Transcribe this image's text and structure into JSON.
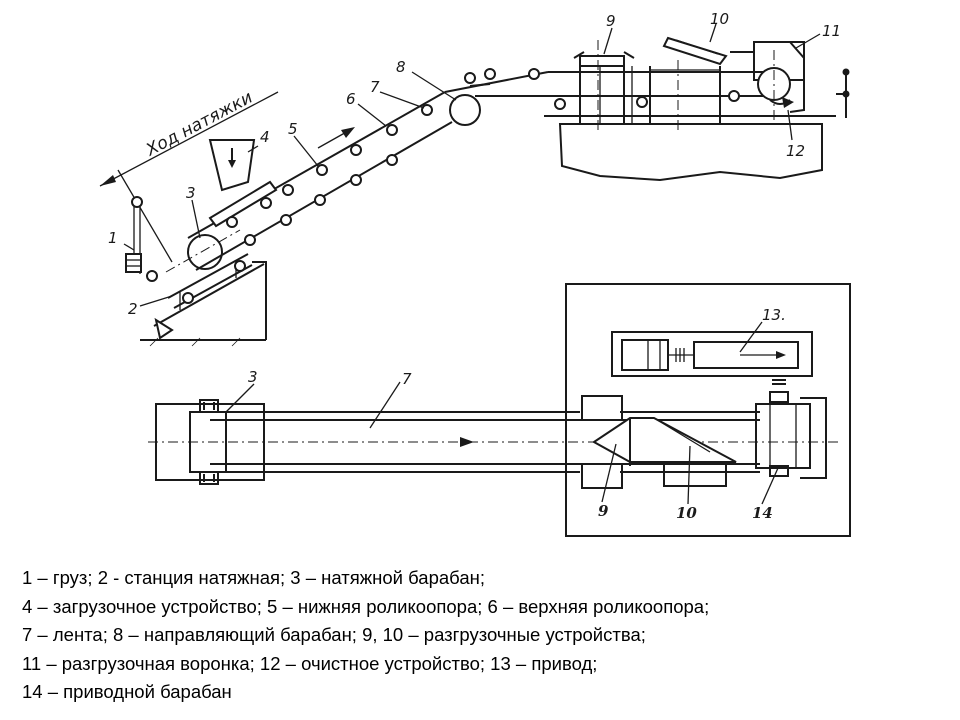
{
  "diagram": {
    "callouts": {
      "n1": "1",
      "n2": "2",
      "n3": "3",
      "n4": "4",
      "n5": "5",
      "n6": "6",
      "n7": "7",
      "n8": "8",
      "n9": "9",
      "n10": "10",
      "n11": "11",
      "n12": "12",
      "n13": "13.",
      "plan3": "3",
      "plan7": "7",
      "plan9": "9",
      "plan10": "10",
      "plan14": "14"
    },
    "stroke_label": "Ход натяжки"
  },
  "legend": [
    "1 – груз; 2 - станция натяжная; 3 – натяжной барабан;",
    "4 – загрузочное устройство; 5 – нижняя роликоопора; 6 – верхняя роликоопора;",
    "7 – лента; 8 – направляющий барабан; 9, 10 – разгрузочные устройства;",
    "11 – разгрузочная воронка; 12 – очистное устройство; 13 – привод;",
    "14 – приводной барабан"
  ]
}
